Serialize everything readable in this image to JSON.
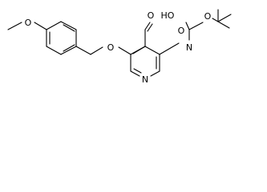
{
  "structure": {
    "atoms": {
      "methoxy_o": "O",
      "ether_o": "O",
      "aldehyde_o": "O",
      "carbamate_oh": "HO",
      "carbamate_o": "O",
      "carbonyl_o": "O",
      "amide_n": "N",
      "pyridine_n": "N"
    }
  }
}
